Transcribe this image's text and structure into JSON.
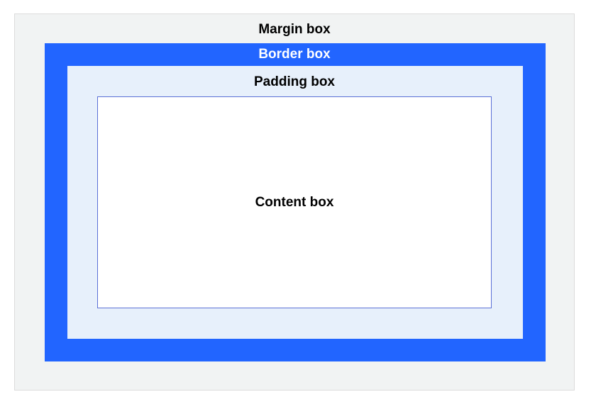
{
  "diagram": {
    "margin_label": "Margin box",
    "border_label": "Border box",
    "padding_label": "Padding box",
    "content_label": "Content box"
  },
  "colors": {
    "margin_fill": "#f1f3f3",
    "border_fill": "#2265ff",
    "padding_fill": "#e7f0fb",
    "content_fill": "#ffffff",
    "content_outline": "#5a6fd6"
  }
}
